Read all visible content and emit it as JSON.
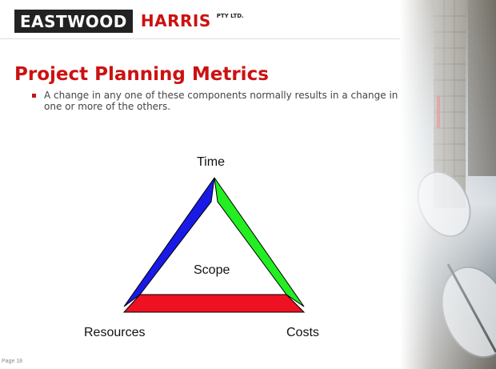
{
  "header": {
    "logo_eastwood": "EASTWOOD",
    "logo_harris": "HARRIS",
    "logo_pty": "PTY LTD."
  },
  "slide": {
    "title": "Project Planning Metrics",
    "bullet": "A change in any one of these components normally results in a change in one or more of the others.",
    "page": "Page 18"
  },
  "diagram": {
    "top_label": "Time",
    "center_label": "Scope",
    "left_label": "Resources",
    "right_label": "Costs",
    "colors": {
      "left_side": "#1a1ae6",
      "right_side": "#22ee22",
      "bottom_side": "#ee1122"
    }
  },
  "colors": {
    "accent": "#cc1111",
    "logo_dark": "#222222"
  }
}
